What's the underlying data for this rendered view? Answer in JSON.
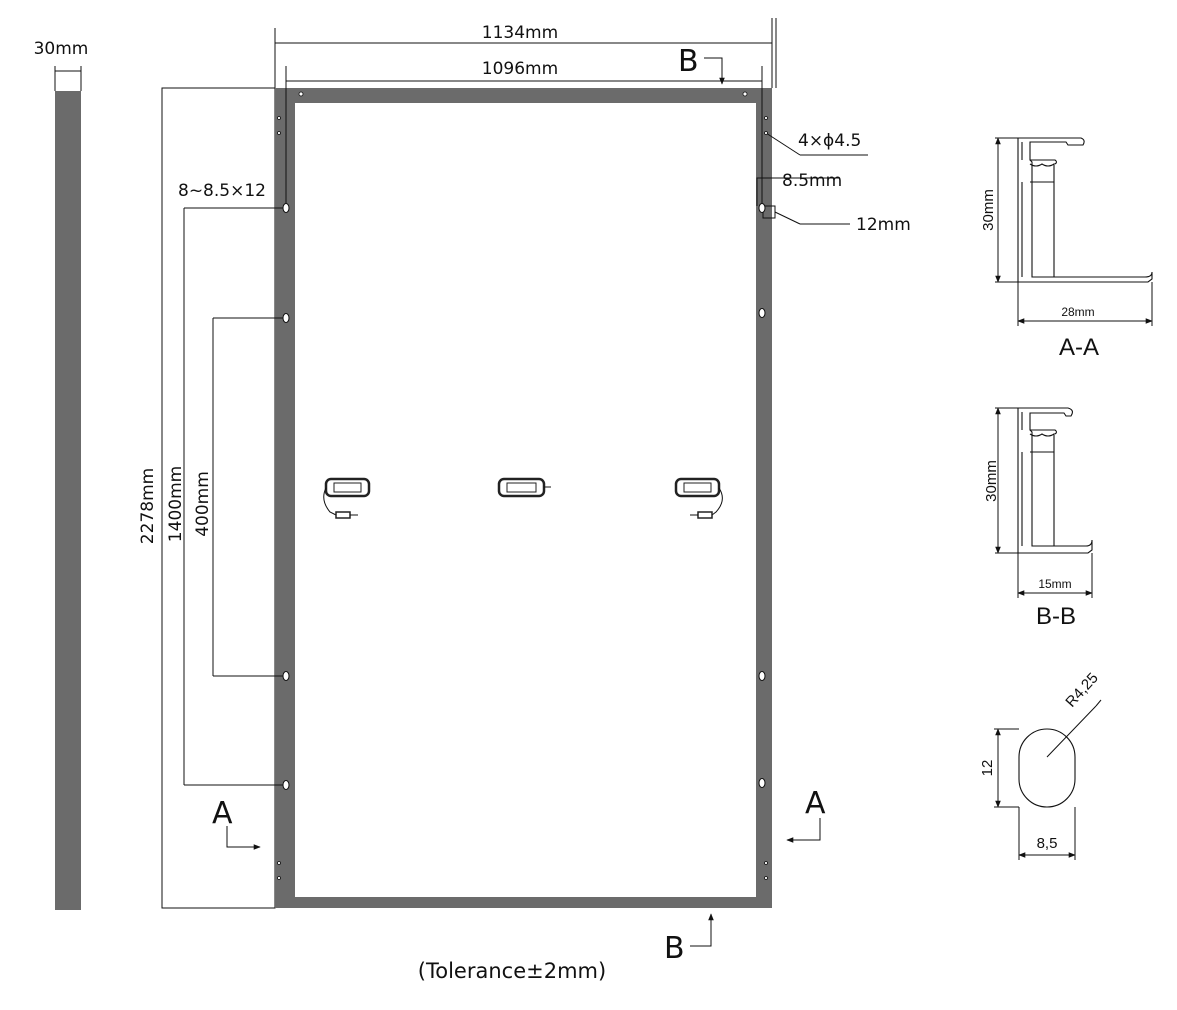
{
  "colors": {
    "frame": "#6b6b6b",
    "line": "#111111",
    "background": "#ffffff"
  },
  "side_view": {
    "thickness_label": "30mm"
  },
  "front_view": {
    "width_outer_label": "1134mm",
    "width_inner_label": "1096mm",
    "height_label": "2278mm",
    "mount_span_label": "1400mm",
    "mount_span_inner_label": "400mm",
    "slot_spec_label": "8~8.5×12",
    "hole_spec_label": "4×ϕ4.5",
    "slot_width_label": "8.5mm",
    "slot_length_label": "12mm",
    "tolerance_label": "(Tolerance±2mm)",
    "section_a_letter": "A",
    "section_b_letter": "B"
  },
  "section_a": {
    "height_label": "30mm",
    "width_label": "28mm",
    "title": "A-A"
  },
  "section_b": {
    "height_label": "30mm",
    "width_label": "15mm",
    "title": "B-B"
  },
  "slot_detail": {
    "radius_label": "R4,25",
    "height_label": "12",
    "width_label": "8,5"
  },
  "icons": [
    "junction-box-icon",
    "connector-icon",
    "arrow-icon"
  ]
}
